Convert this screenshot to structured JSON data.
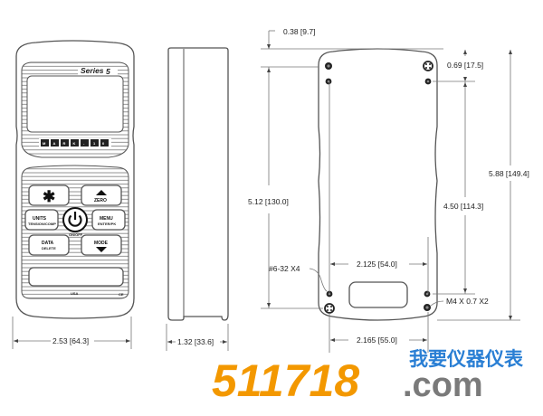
{
  "front_view": {
    "brand_label": "Series",
    "series_number": "5",
    "logo_letters": [
      "M",
      "A",
      "R",
      "K",
      "-",
      "1",
      "0"
    ],
    "buttons": {
      "backlight": "✱",
      "zero": "ZERO",
      "units": "UNITS",
      "units_sub": "TENSION/COMP",
      "power_sub": "ON/OFF",
      "menu": "MENU",
      "menu_sub": "ENTER/PK",
      "data": "DATA",
      "data_sub": "DELETE",
      "mode": "MODE"
    },
    "bottom_left_mark": "USA",
    "bottom_right_mark": "CE",
    "width_dim": "2.53 [64.3]"
  },
  "side_view": {
    "depth_dim": "1.32 [33.6]"
  },
  "rear_view": {
    "top_offset_dim": "0.38 [9.7]",
    "hole_offset_dim": "0.69 [17.5]",
    "hole_span_vertical_dim": "5.12 [130.0]",
    "mount_span_vertical_dim": "4.50 [114.3]",
    "overall_height_dim": "5.88 [149.4]",
    "upper_hole_span_dim": "2.125 [54.0]",
    "lower_hole_span_dim": "2.165 [55.0]",
    "screw_note_left": "#6-32 X4",
    "screw_note_right": "M4 X 0.7 X2"
  },
  "watermark": {
    "number": "511718",
    "domain": ".com",
    "chinese_text": "我要仪器仪表",
    "colors": {
      "number": "#f39800",
      "domain": "#7a7a7a",
      "chinese": "#2a7fd4"
    }
  }
}
